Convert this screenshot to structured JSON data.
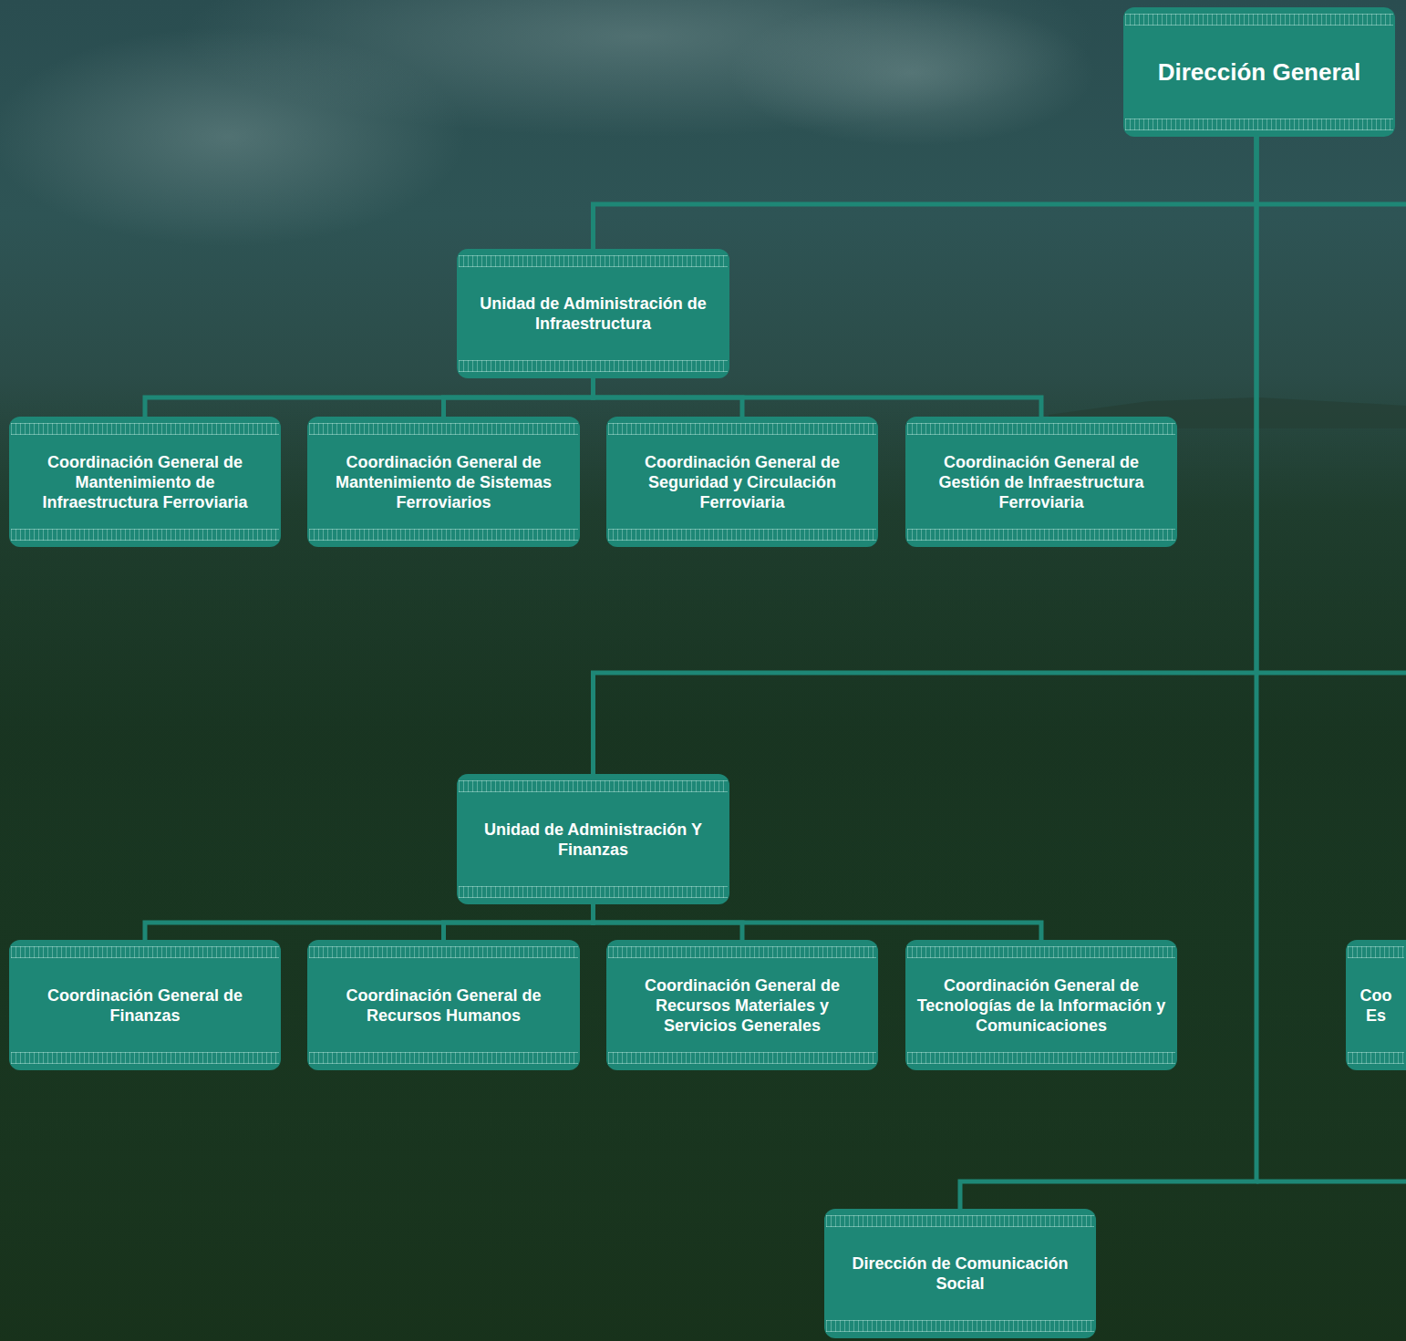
{
  "diagram": {
    "nodes": [
      {
        "text": [
          "Dirección General"
        ]
      },
      {
        "text": [
          "Unidad de Administración de Infraestructura"
        ]
      },
      {
        "text": [
          "Coordinación General de Mantenimiento de Infraestructura Ferroviaria"
        ]
      },
      {
        "text": [
          "Coordinación General de Mantenimiento de Sistemas Ferroviarios"
        ]
      },
      {
        "text": [
          "Coordinación General de Seguridad y Circulación Ferroviaria"
        ]
      },
      {
        "text": [
          "Coordinación General de Gestión de Infraestructura Ferroviaria"
        ]
      },
      {
        "text": [
          "Unidad de Administración Y Finanzas"
        ]
      },
      {
        "text": [
          "Coordinación General de Finanzas"
        ]
      },
      {
        "text": [
          "Coordinación General de Recursos Humanos"
        ]
      },
      {
        "text": [
          "Coordinación General de Recursos Materiales y Servicios Generales"
        ]
      },
      {
        "text": [
          "Coordinación General de Tecnologías de la Información y Comunicaciones"
        ]
      },
      {
        "text": [
          "Coo Es"
        ]
      },
      {
        "text": [
          "Dirección de Comunicación Social"
        ]
      }
    ],
    "edges": [
      {
        "from": 0,
        "to": 1,
        "arrow": "none"
      },
      {
        "from": 1,
        "to": 2,
        "arrow": "none"
      },
      {
        "from": 1,
        "to": 3,
        "arrow": "none"
      },
      {
        "from": 1,
        "to": 4,
        "arrow": "none"
      },
      {
        "from": 1,
        "to": 5,
        "arrow": "none"
      },
      {
        "from": 0,
        "to": 6,
        "arrow": "none"
      },
      {
        "from": 6,
        "to": 7,
        "arrow": "none"
      },
      {
        "from": 6,
        "to": 8,
        "arrow": "none"
      },
      {
        "from": 6,
        "to": 9,
        "arrow": "none"
      },
      {
        "from": 6,
        "to": 10,
        "arrow": "none"
      },
      {
        "from": 0,
        "to": 12,
        "arrow": "none"
      }
    ]
  }
}
